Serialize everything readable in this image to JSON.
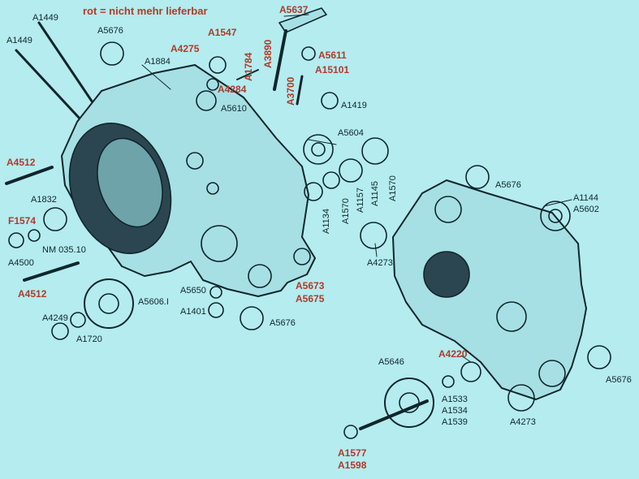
{
  "legend": "rot = nicht mehr lieferbar",
  "colors": {
    "background": "#b4ecef",
    "line": "#10262c",
    "discontinued": "#b23a2a"
  },
  "labels": {
    "a1449_top": "A1449",
    "a1449_left": "A1449",
    "a5676_tl": "A5676",
    "a1884": "A1884",
    "a1547": "A1547",
    "a4275": "A4275",
    "a4284": "A4284",
    "a1784": "A1784",
    "a3890": "A3890",
    "a5610": "A5610",
    "a5637": "A5637",
    "a5611": "A5611",
    "a15101": "A15101",
    "a3700": "A3700",
    "a1419": "A1419",
    "a5604": "A5604",
    "a4512_top": "A4512",
    "a1832": "A1832",
    "f1574": "F1574",
    "a4500": "A4500",
    "nm03510": "NM 035.10",
    "a4512_bottom": "A4512",
    "a4249": "A4249",
    "a1720": "A1720",
    "a5606": "A5606.I",
    "a5650": "A5650",
    "a1401": "A1401",
    "a5673": "A5673",
    "a5675": "A5675",
    "a5676_mid": "A5676",
    "a1134": "A1134",
    "a1570_a": "A1570",
    "a1157": "A1157",
    "a1145": "A1145",
    "a1570_b": "A1570",
    "a4273_left": "A4273",
    "a5676_tr": "A5676",
    "a1144": "A1144",
    "a5602": "A5602",
    "a5646": "A5646",
    "a4220": "A4220",
    "a1533": "A1533",
    "a1534": "A1534",
    "a1539": "A1539",
    "a5676_br": "A5676",
    "a4273_bottom": "A4273",
    "a1577": "A1577",
    "a1598": "A1598"
  }
}
